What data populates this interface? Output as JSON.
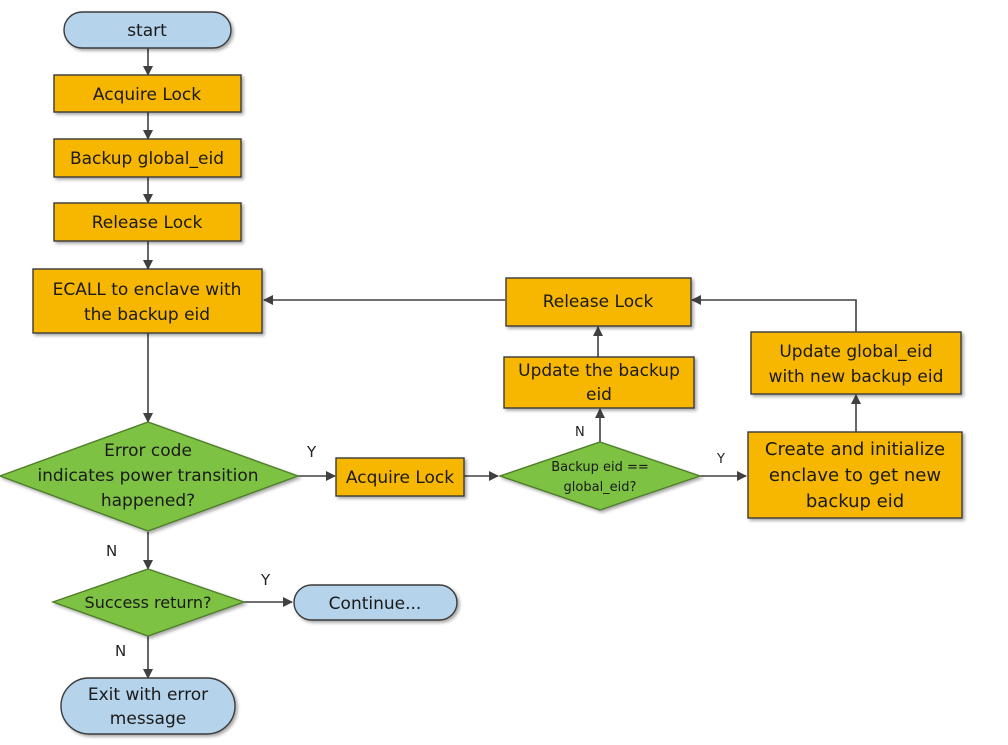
{
  "colors": {
    "process_fill": "#F7B600",
    "process_stroke": "#3b3b3b",
    "decision_fill": "#7DC243",
    "decision_stroke": "#4f7d2b",
    "terminal_fill": "#B5D3EA",
    "terminal_stroke": "#3b3b3b",
    "edge": "#404040"
  },
  "nodes": {
    "start": {
      "label": [
        "start"
      ]
    },
    "acquire_lock_1": {
      "label": [
        "Acquire Lock"
      ]
    },
    "backup_global_eid": {
      "label": [
        "Backup global_eid"
      ]
    },
    "release_lock_1": {
      "label": [
        "Release Lock"
      ]
    },
    "ecall": {
      "label": [
        "ECALL to enclave with",
        "the backup eid"
      ]
    },
    "error_power": {
      "label": [
        "Error code",
        "indicates power transition",
        "happened?"
      ]
    },
    "acquire_lock_2": {
      "label": [
        "Acquire Lock"
      ]
    },
    "backup_eq": {
      "label": [
        "Backup eid ==",
        "global_eid?"
      ]
    },
    "update_backup": {
      "label": [
        "Update the backup",
        "eid"
      ]
    },
    "release_lock_2": {
      "label": [
        "Release Lock"
      ]
    },
    "update_global": {
      "label": [
        "Update global_eid",
        "with new backup eid"
      ]
    },
    "create_enclave": {
      "label": [
        "Create and initialize",
        "enclave to get new",
        "backup eid"
      ]
    },
    "success_return": {
      "label": [
        "Success return?"
      ]
    },
    "continue": {
      "label": [
        "Continue..."
      ]
    },
    "exit_error": {
      "label": [
        "Exit with error",
        "message"
      ]
    }
  },
  "edge_labels": {
    "error_yes": "Y",
    "error_no": "N",
    "backup_yes": "Y",
    "backup_no": "N",
    "success_yes": "Y",
    "success_no": "N"
  }
}
